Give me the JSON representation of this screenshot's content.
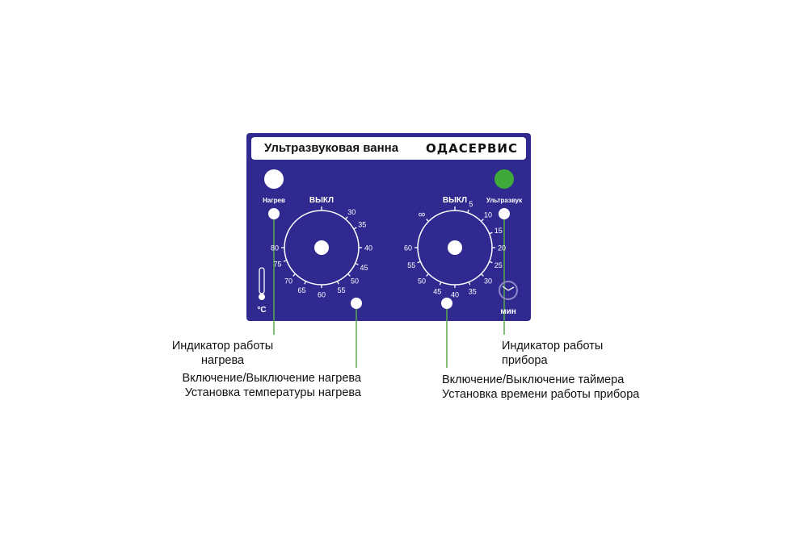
{
  "panel": {
    "title": "Ультразвуковая ванна",
    "brand": "ОДАСЕРВИС",
    "heat_label": "Нагрев",
    "ultrasound_label": "Ультразвук",
    "celsius": "°С",
    "minutes": "мин",
    "colors": {
      "panel": "#2f2990",
      "indicator_on": "#3faa3a",
      "leader": "#5aa84a"
    }
  },
  "temp_dial": {
    "off_label": "ВЫКЛ",
    "ticks": [
      "30",
      "35",
      "40",
      "45",
      "50",
      "55",
      "60",
      "65",
      "70",
      "75",
      "80"
    ]
  },
  "timer_dial": {
    "off_label": "ВЫКЛ",
    "ticks": [
      "5",
      "10",
      "15",
      "20",
      "25",
      "30",
      "35",
      "40",
      "45",
      "50",
      "55",
      "60",
      "∞"
    ]
  },
  "callouts": {
    "heat_indicator": [
      "Индикатор работы",
      "нагрева"
    ],
    "heat_control": [
      "Включение/Выключение нагрева",
      "Установка температуры нагрева"
    ],
    "device_indicator": [
      "Индикатор работы",
      "прибора"
    ],
    "timer_control": [
      "Включение/Выключение таймера",
      "Установка времени работы прибора"
    ]
  }
}
